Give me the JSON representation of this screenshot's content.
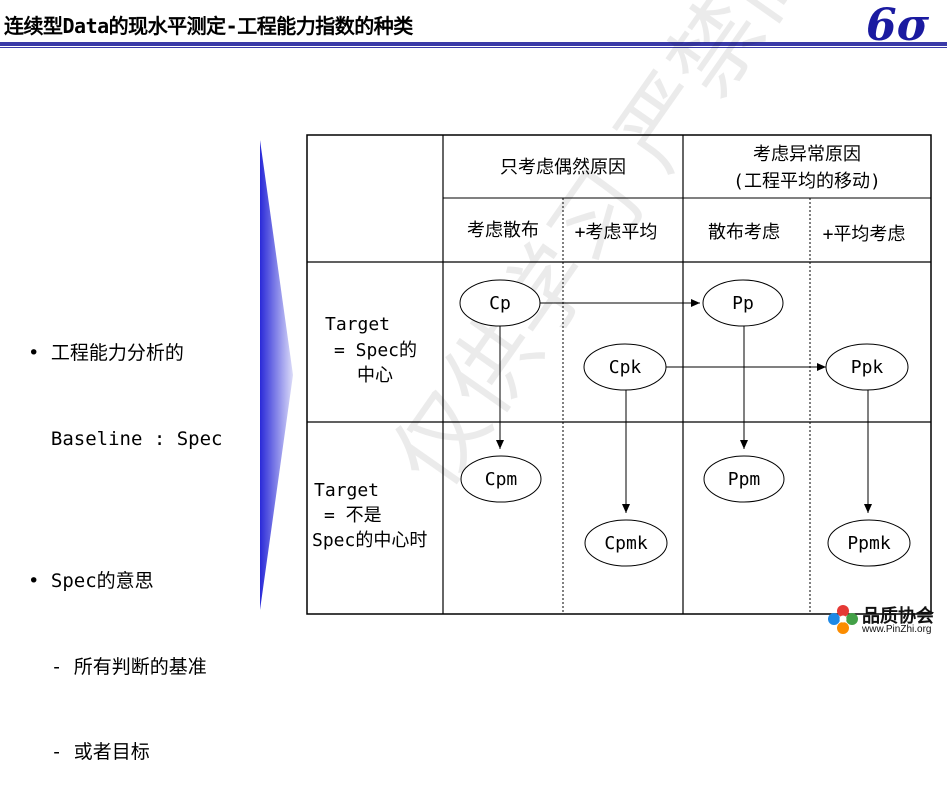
{
  "header": {
    "title": "连续型Data的现水平测定-工程能力指数的种类",
    "logo": "6σ"
  },
  "bullets": [
    {
      "text": "• 工程能力分析的"
    },
    {
      "text": "  Baseline : Spec"
    },
    {
      "text": ""
    },
    {
      "text": "• Spec的意思"
    },
    {
      "text": "  - 所有判断的基准"
    },
    {
      "text": "  - 或者目标"
    }
  ],
  "table": {
    "group_headers": [
      {
        "lines": [
          "只考虑偶然原因"
        ]
      },
      {
        "lines": [
          "考虑异常原因",
          "(工程平均的移动)"
        ]
      }
    ],
    "sub_headers": [
      "考虑散布",
      "+考虑平均",
      "散布考虑",
      "+平均考虑"
    ],
    "row_labels": [
      {
        "lines": [
          "Target",
          "= Spec的",
          "中心"
        ]
      },
      {
        "lines": [
          "Target",
          "= 不是",
          "Spec的中心时"
        ]
      }
    ],
    "nodes": {
      "cp": "Cp",
      "pp": "Pp",
      "cpk": "Cpk",
      "ppk": "Ppk",
      "cpm": "Cpm",
      "ppm": "Ppm",
      "cpmk": "Cpmk",
      "ppmk": "Ppmk"
    }
  },
  "watermark": "仅供学习 严禁商用",
  "footer": {
    "name": "品质协会",
    "url": "www.PinZhi.org"
  },
  "colors": {
    "accent": "#3a3aa8",
    "wedge": "#4a4ae0"
  }
}
